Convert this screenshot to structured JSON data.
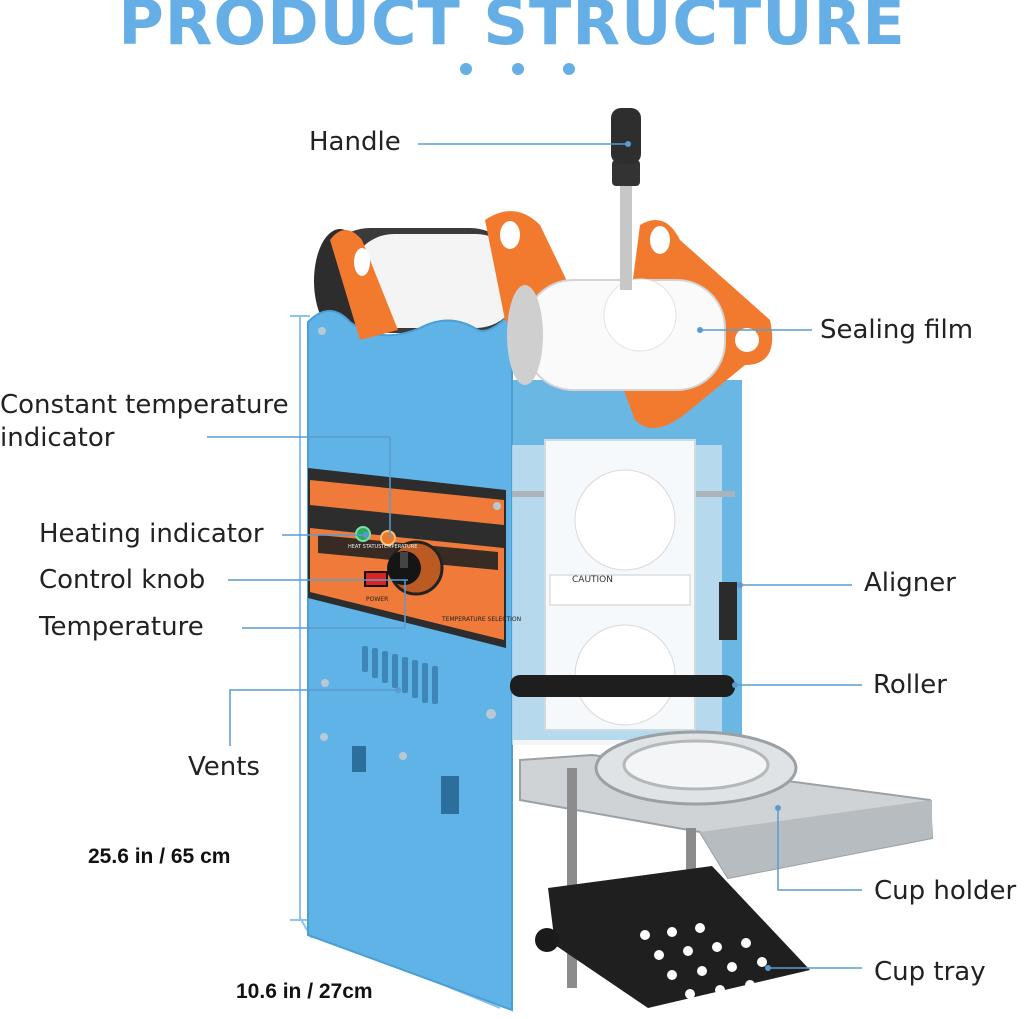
{
  "title": "PRODUCT STRUCTURE",
  "labels": {
    "handle": "Handle",
    "sealing_film": "Sealing film",
    "constant_temp_line1": "Constant temperature",
    "constant_temp_line2": "indicator",
    "heating_indicator": "Heating indicator",
    "control_knob": "Control knob",
    "temperature": "Temperature",
    "aligner": "Aligner",
    "roller": "Roller",
    "vents": "Vents",
    "cup_holder": "Cup holder",
    "cup_tray": "Cup tray"
  },
  "dimensions": {
    "height": "25.6 in / 65 cm",
    "width": "10.6 in / 27cm"
  },
  "machine_printed": {
    "caution": "CAUTION",
    "power": "POWER",
    "temperature_selection": "TEMPERATURE SELECTION",
    "heat_status": "HEAT STATUS",
    "temperature": "TEMPERATURE"
  },
  "colors": {
    "accent": "#66aee6",
    "machine_body": "#5fb3e6",
    "orange_parts": "#f27a2e",
    "leader_lines": "#5a9bcf"
  }
}
